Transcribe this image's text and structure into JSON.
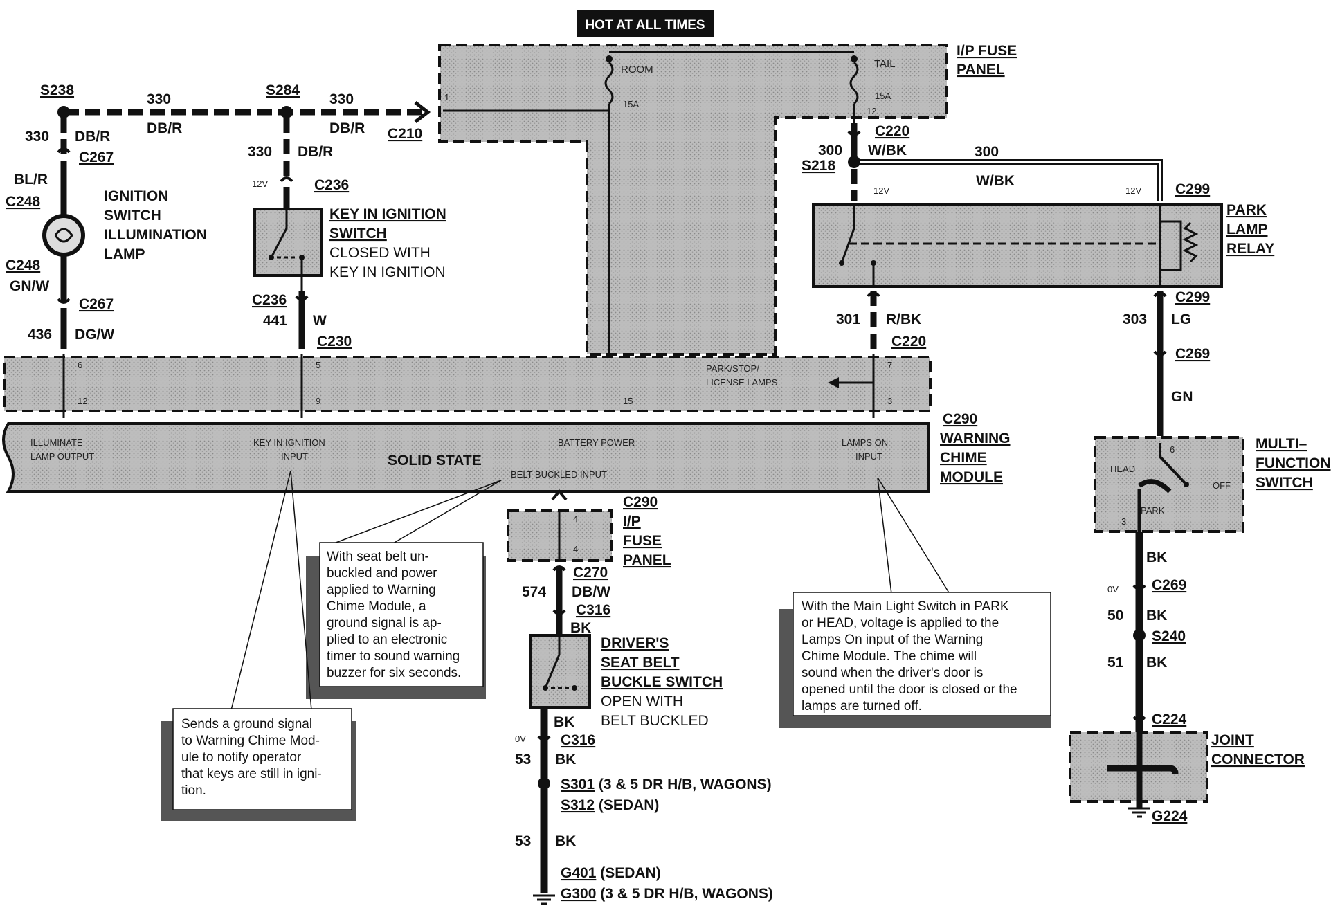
{
  "header": {
    "hot_label": "HOT AT ALL TIMES"
  },
  "fuse_panel": {
    "title_line1": "I/P FUSE",
    "title_line2": "PANEL",
    "room_label": "ROOM",
    "room_amp": "15A",
    "tail_label": "TAIL",
    "tail_amp": "15A",
    "pin_1": "1",
    "pin_12": "12"
  },
  "left_circuit": {
    "s238": "S238",
    "wire330_a": "330",
    "color_a": "DB/R",
    "s284": "S284",
    "wire330_b": "330",
    "color_b": "DB/R",
    "c210": "C210",
    "wire330_c": "330",
    "color_c": "DB/R",
    "c267_top": "C267",
    "blr": "BL/R",
    "c248_top": "C248",
    "lamp_title_1": "IGNITION",
    "lamp_title_2": "SWITCH",
    "lamp_title_3": "ILLUMINATION",
    "lamp_title_4": "LAMP",
    "c248_bot": "C248",
    "gnw": "GN/W",
    "c267_bot": "C267",
    "wire436": "436",
    "dgw": "DG/W",
    "wire330_d": "330",
    "color_d": "DB/R",
    "v12": "12V",
    "c236_top": "C236",
    "key_title_1": "KEY IN IGNITION",
    "key_title_2": "SWITCH",
    "key_desc_1": "CLOSED WITH",
    "key_desc_2": "KEY IN IGNITION",
    "c236_bot": "C236",
    "wire441": "441",
    "w": "W",
    "c230": "C230"
  },
  "right_circuit": {
    "wire300": "300",
    "wbk": "W/BK",
    "c220_top": "C220",
    "s218": "S218",
    "wire300_b": "300",
    "wbk_b": "W/BK",
    "v12_l": "12V",
    "v12_r": "12V",
    "c299_top": "C299",
    "relay_1": "PARK",
    "relay_2": "LAMP",
    "relay_3": "RELAY",
    "wire301": "301",
    "rbk": "R/BK",
    "c220_bot": "C220",
    "c299_bot": "C299",
    "wire303": "303",
    "lg": "LG",
    "c269_top": "C269",
    "gn": "GN"
  },
  "connector_block": {
    "pin6": "6",
    "pin12": "12",
    "pin5": "5",
    "pin9": "9",
    "pin15": "15",
    "pin7": "7",
    "pin3": "3",
    "park_label_1": "PARK/STOP/",
    "park_label_2": "LICENSE LAMPS"
  },
  "module": {
    "c290": "C290",
    "title_1": "WARNING",
    "title_2": "CHIME",
    "title_3": "MODULE",
    "solid_state": "SOLID  STATE",
    "illum_1": "ILLUMINATE",
    "illum_2": "LAMP OUTPUT",
    "key_1": "KEY IN IGNITION",
    "key_2": "INPUT",
    "battery": "BATTERY POWER",
    "belt": "BELT BUCKLED INPUT",
    "lamps_1": "LAMPS ON",
    "lamps_2": "INPUT"
  },
  "lower_center": {
    "c290": "C290",
    "ip_1": "I/P",
    "ip_2": "FUSE",
    "ip_3": "PANEL",
    "pin4a": "4",
    "pin4b": "4",
    "c270": "C270",
    "wire574": "574",
    "dbw": "DB/W",
    "c316_top": "C316",
    "bk_1": "BK",
    "sw_1": "DRIVER'S",
    "sw_2": "SEAT BELT",
    "sw_3": "BUCKLE SWITCH",
    "sw_4": "OPEN WITH",
    "sw_5": "BELT BUCKLED",
    "bk_2": "BK",
    "v0": "0V",
    "c316_bot": "C316",
    "wire53_a": "53",
    "bk_3": "BK",
    "s301": "S301",
    "s301_desc": "(3 & 5 DR H/B, WAGONS)",
    "s312": "S312",
    "s312_desc": "(SEDAN)",
    "wire53_b": "53",
    "bk_4": "BK",
    "g401": "G401",
    "g401_desc": "(SEDAN)",
    "g300": "G300",
    "g300_desc": "(3 & 5 DR H/B, WAGONS)"
  },
  "lower_right": {
    "mfs_1": "MULTI–",
    "mfs_2": "FUNCTION",
    "mfs_3": "SWITCH",
    "head": "HEAD",
    "off": "OFF",
    "park": "PARK",
    "pin6": "6",
    "pin3": "3",
    "bk_1": "BK",
    "v0": "0V",
    "c269": "C269",
    "wire50": "50",
    "bk_2": "BK",
    "s240": "S240",
    "wire51": "51",
    "bk_3": "BK",
    "c224": "C224",
    "joint_1": "JOINT",
    "joint_2": "CONNECTOR",
    "g224": "G224"
  },
  "callouts": {
    "seatbelt": [
      "With  seat  belt  un-",
      "buckled  and  power",
      "applied  to  Warning",
      "Chime   Module,   a",
      "ground  signal  is  ap-",
      "plied to an electronic",
      "timer to sound warning",
      "buzzer for six seconds."
    ],
    "key": [
      "Sends a ground signal",
      "to Warning Chime Mod-",
      "ule  to  notify  operator",
      "that keys are still in igni-",
      "tion."
    ],
    "lights": [
      "With the Main Light Switch in PARK",
      "or HEAD, voltage is applied to the",
      "Lamps  On  input  of  the  Warning",
      "Chime  Module.   The  chime  will",
      "sound  when  the  driver's door is",
      "opened until the door is closed or the",
      "lamps are turned off."
    ]
  }
}
